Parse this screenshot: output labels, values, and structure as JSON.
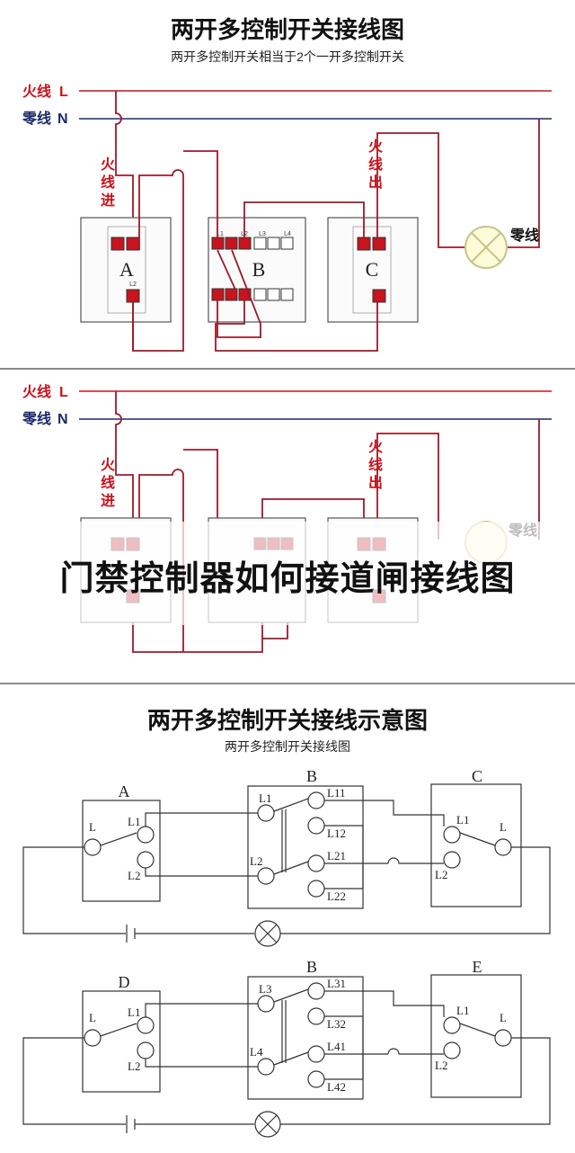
{
  "panel1": {
    "title": "两开多控制开关接线图",
    "subtitle": "两开多控制开关相当于2个一开多控制开关",
    "live_label": "火线",
    "live_letter": "L",
    "neutral_label": "零线",
    "neutral_letter": "N",
    "live_in": [
      "火",
      "线",
      "进"
    ],
    "live_out": [
      "火",
      "线",
      "出"
    ],
    "lamp_label": "零线",
    "switch_a": "A",
    "switch_b": "B",
    "switch_c": "C",
    "terms_top": [
      "L1",
      "L2",
      "L3",
      "L4"
    ],
    "terms_l": [
      "L1",
      "L2"
    ]
  },
  "banner": {
    "text": "门禁控制器如何接道闸接线图"
  },
  "panel3": {
    "title": "两开多控制开关接线示意图",
    "subtitle": "两开多控制开关接线图",
    "top": {
      "left_name": "A",
      "mid_name": "B",
      "right_name": "C",
      "left_terms": [
        "L",
        "L1",
        "L2"
      ],
      "mid_terms": [
        "L1",
        "L2",
        "L11",
        "L12",
        "L21",
        "L22"
      ],
      "right_terms": [
        "L1",
        "L",
        "L2"
      ]
    },
    "bottom": {
      "left_name": "D",
      "mid_name": "B",
      "right_name": "E",
      "left_terms": [
        "L",
        "L1",
        "L2"
      ],
      "mid_terms": [
        "L3",
        "L4",
        "L31",
        "L32",
        "L41",
        "L42"
      ],
      "right_terms": [
        "L1",
        "L",
        "L2"
      ]
    }
  },
  "colors": {
    "live": "#c8141e",
    "neutral": "#1c2a6b",
    "wire": "#9b1b2a",
    "terminal_red": "#c8141e"
  }
}
